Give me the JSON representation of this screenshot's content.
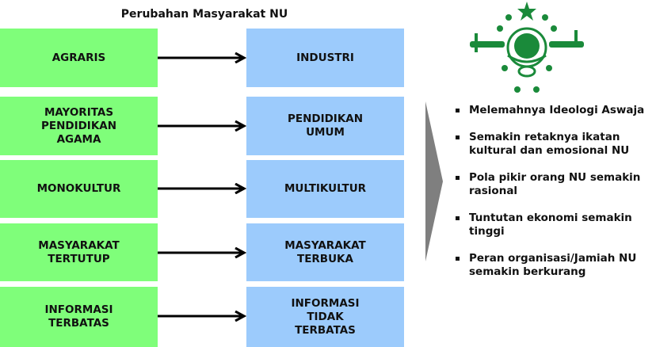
{
  "title": "Perubahan Masyarakat NU",
  "rows": [
    {
      "from": "AGRARIS",
      "to": "INDUSTRI"
    },
    {
      "from": "MAYORITAS\nPENDIDIKAN\nAGAMA",
      "to": "PENDIDIKAN\nUMUM"
    },
    {
      "from": "MONOKULTUR",
      "to": "MULTIKULTUR"
    },
    {
      "from": "MASYARAKAT\nTERTUTUP",
      "to": "MASYARAKAT\nTERBUKA"
    },
    {
      "from": "INFORMASI\nTERBATAS",
      "to": "INFORMASI\nTIDAK\nTERBATAS"
    }
  ],
  "bullets": [
    "Melemahnya Ideologi Aswaja",
    "Semakin retaknya ikatan kultural dan emosional NU",
    "Pola pikir orang NU semakin rasional",
    "Tuntutan ekonomi semakin tinggi",
    "Peran organisasi/Jamiah NU semakin berkurang"
  ],
  "colors": {
    "from": "#7ffe7a",
    "to": "#9ccbfc",
    "logo": "#1a8a3a",
    "chevron": "#7f7f7f"
  }
}
